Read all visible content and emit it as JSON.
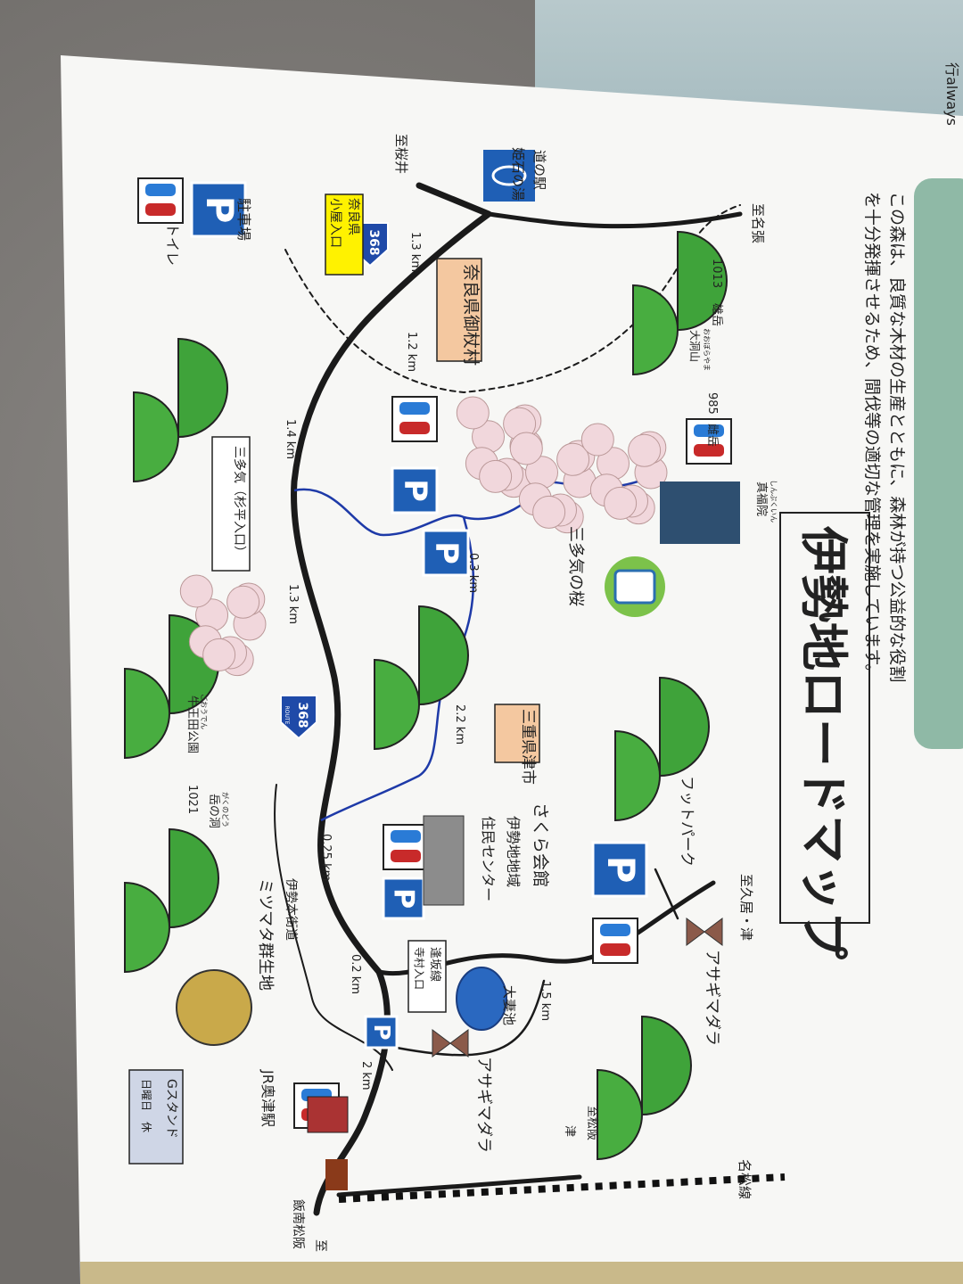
{
  "intro": {
    "line1": "この森は、良質な木材の生産とともに、森林が持つ公益的な役割",
    "line2": "を十分発揮させるため、間伐等の適切な管理を実施しています。",
    "top_fragment": "行always"
  },
  "title": "伊勢地ロードマップ",
  "legend": {
    "parking": "駐車場",
    "toilet": "トイレ",
    "parking_symbol": "P"
  },
  "places": {
    "michi_no_eki_1": "道の駅",
    "michi_no_eki_2": "姫石の湯",
    "to_sakurai": "至桜井",
    "to_nabari": "至名張",
    "nara_koya_1": "奈良県",
    "nara_koya_2": "小屋入口",
    "nara_mitsue": "奈良県御杖村",
    "mie_tsu": "三重県津市",
    "odake_elev": "1013",
    "odake": "雄岳",
    "oboraya_ruby": "おおぼらやま",
    "oboraya": "大洞山",
    "medake_elev": "985",
    "medake": "雌岳",
    "shinpukuin_ruby": "しんぷくいん",
    "shinpukuin": "真福院",
    "mitake_sakura": "三多気の桜",
    "mitake_sugidaira": "三多気（杉平入口）",
    "goouden_ruby": "ごおうでん",
    "goouden": "牛王田公園",
    "gakunodo_elev": "1021",
    "gakunodo_ruby": "がくのどう",
    "gakunodo": "岳の洞",
    "ise_honkaido": "伊勢本街道",
    "mitsumata": "ミツマタ群生地",
    "sakura_kaikan": "さくら会館",
    "iseji_chiiki": "伊勢地地域",
    "jumin_center": "住民センター",
    "foot_park": "フットパーク",
    "to_hisai_tsu": "至久居・津",
    "asagimadara_1": "アサギマダラ",
    "asagimadara_2": "アサギマダラ",
    "otsumaike": "大妻池",
    "osaka_1": "逢坂線",
    "osaka_2": "寺村入口",
    "to_matsusaka": "至松阪",
    "tsu": "津",
    "meisho_line": "名松線",
    "to_iinan_1": "至",
    "to_iinan_2": "飯南松阪",
    "jr_okitsu": "JR奥津駅",
    "g_stand": "Gスタンド",
    "g_stand_closed": "日曜日　休",
    "route": "368",
    "route_sub": "ROUTE"
  },
  "distances": {
    "d1": "1.3 km",
    "d2": "1.2 km",
    "d3": "1.4 km",
    "d4": "1.3 km",
    "d5": "0.3 km",
    "d6": "2.2 km",
    "d7": "0.25 km",
    "d8": "0.2 km",
    "d9": "2 km",
    "d10": "1.5 km"
  },
  "colors": {
    "road": "#1a1a1a",
    "river": "#1e3aa8",
    "mountain": "#3fa33a",
    "parking": "#1f5fb5",
    "red_label": "#c8443a",
    "orange_box": "#f4c8a0",
    "title_blue": "#3a63c8",
    "paper": "#f7f7f5"
  }
}
